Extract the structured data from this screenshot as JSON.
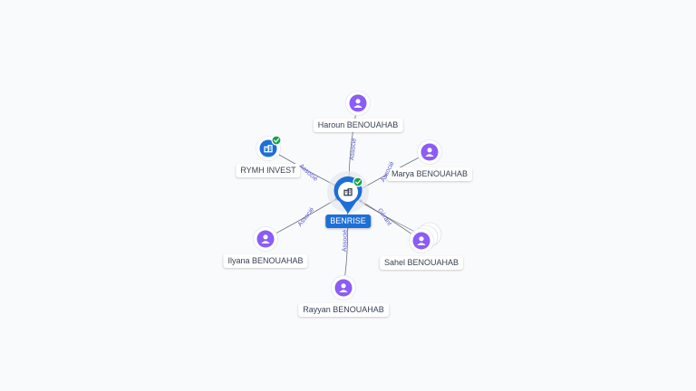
{
  "colors": {
    "person": "#8b5cf6",
    "company": "#1d6fd8",
    "verified": "#16a34a",
    "edge": "#6b7280",
    "edge_label": "#5b5bd6"
  },
  "center": {
    "label": "BENRISE",
    "icon": "building-icon",
    "verified": true
  },
  "nodes": [
    {
      "id": "haroun",
      "label": "Haroun BENOUAHAB",
      "kind": "person",
      "icon": "person-icon",
      "relation": "Associé"
    },
    {
      "id": "marya",
      "label": "Marya BENOUAHAB",
      "kind": "person",
      "icon": "person-icon",
      "relation": "Associé"
    },
    {
      "id": "sahel",
      "label": "Sahel BENOUAHAB",
      "kind": "person",
      "icon": "person-icon",
      "relation": "Gérant",
      "stacked": true
    },
    {
      "id": "rayyan",
      "label": "Rayyan BENOUAHAB",
      "kind": "person",
      "icon": "person-icon",
      "relation": "Associé"
    },
    {
      "id": "ilyana",
      "label": "Ilyana BENOUAHAB",
      "kind": "person",
      "icon": "person-icon",
      "relation": "Associé"
    },
    {
      "id": "rymh",
      "label": "RYMH INVEST",
      "kind": "company",
      "icon": "building-icon",
      "relation": "Associé",
      "verified": true
    }
  ]
}
